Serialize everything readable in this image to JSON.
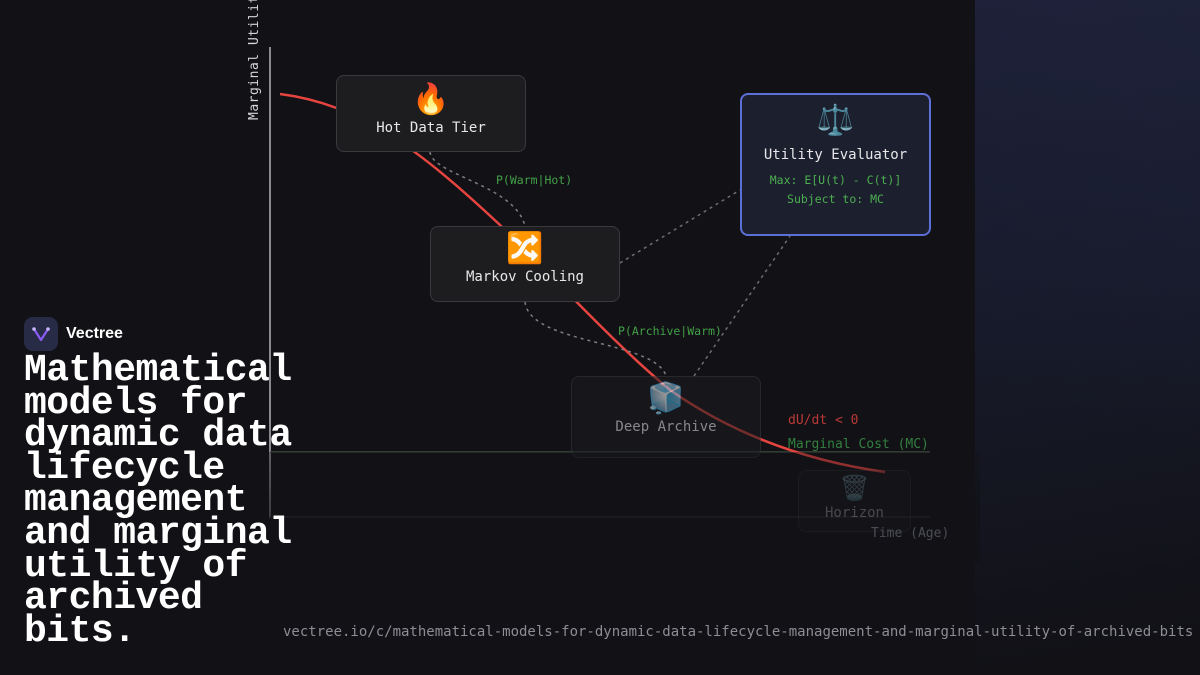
{
  "brand": {
    "name": "Vectree",
    "logo_icon": "vectree-logo-icon",
    "accent": "#8a5cf6"
  },
  "headline": "Mathematical models for dynamic data lifecycle management and marginal utility of archived bits.",
  "url": "vectree.io/c/mathematical-models-for-dynamic-data-lifecycle-management-and-marginal-utility-of-archived-bits",
  "diagram": {
    "y_axis_label": "Marginal Utility",
    "x_axis_label": "Time (Age)",
    "nodes": {
      "hot": {
        "icon": "🔥",
        "icon_name": "fire-icon",
        "label": "Hot Data Tier"
      },
      "markov": {
        "icon": "🔀",
        "icon_name": "shuffle-icon",
        "label": "Markov Cooling"
      },
      "archive": {
        "icon": "🧊",
        "icon_name": "ice-cube-icon",
        "label": "Deep Archive"
      },
      "utility": {
        "icon": "⚖️",
        "icon_name": "balance-scale-icon",
        "label": "Utility Evaluator",
        "formula_1": "Max: E[U(t) - C(t)]",
        "formula_2": "Subject to: MC"
      },
      "horizon": {
        "icon": "🗑️",
        "icon_name": "trash-icon",
        "label": "Horizon"
      }
    },
    "edges": {
      "warm_hot": "P(Warm|Hot)",
      "archive_warm": "P(Archive|Warm)"
    },
    "curve_labels": {
      "derivative": "dU/dt < 0",
      "marginal_cost": "Marginal Cost (MC)"
    },
    "colors": {
      "utility_curve": "#e5443f",
      "marginal_cost": "#3fa34d",
      "evaluator_border": "#5b6fd6",
      "background": "#111116"
    }
  }
}
